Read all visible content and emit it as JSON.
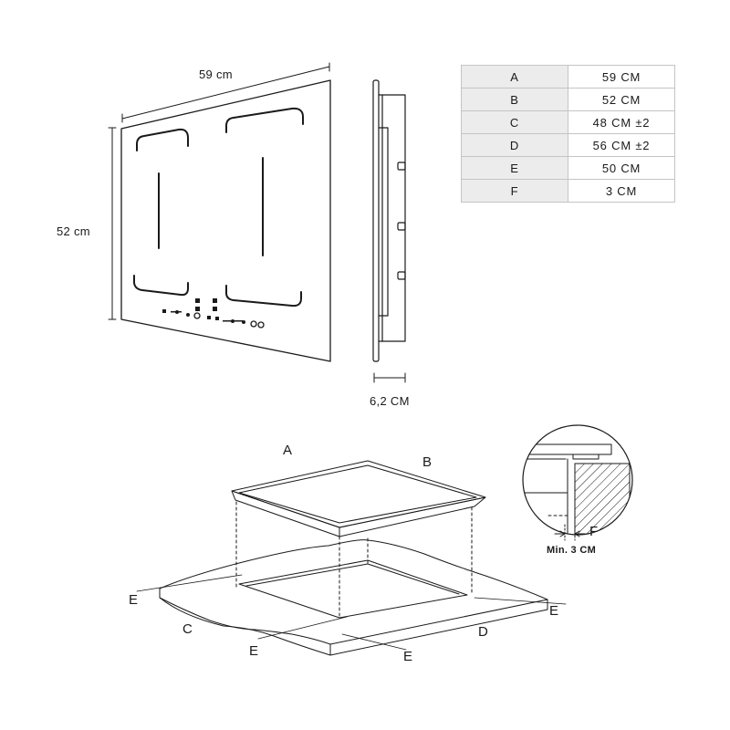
{
  "top_view": {
    "width_label": "59 cm",
    "height_label": "52 cm"
  },
  "side_view": {
    "depth_label": "6,2 CM"
  },
  "spec_table": [
    {
      "key": "A",
      "value": "59 CM"
    },
    {
      "key": "B",
      "value": "52 CM"
    },
    {
      "key": "C",
      "value": "48 CM ±2"
    },
    {
      "key": "D",
      "value": "56 CM ±2"
    },
    {
      "key": "E",
      "value": "50 CM"
    },
    {
      "key": "F",
      "value": "3 CM"
    }
  ],
  "install_view": {
    "label_a": "A",
    "label_b": "B",
    "label_c": "C",
    "label_d": "D",
    "label_e1": "E",
    "label_e2": "E",
    "label_e3": "E",
    "label_e4": "E"
  },
  "detail_view": {
    "label_f": "F",
    "min_label": "Min. 3 CM"
  }
}
